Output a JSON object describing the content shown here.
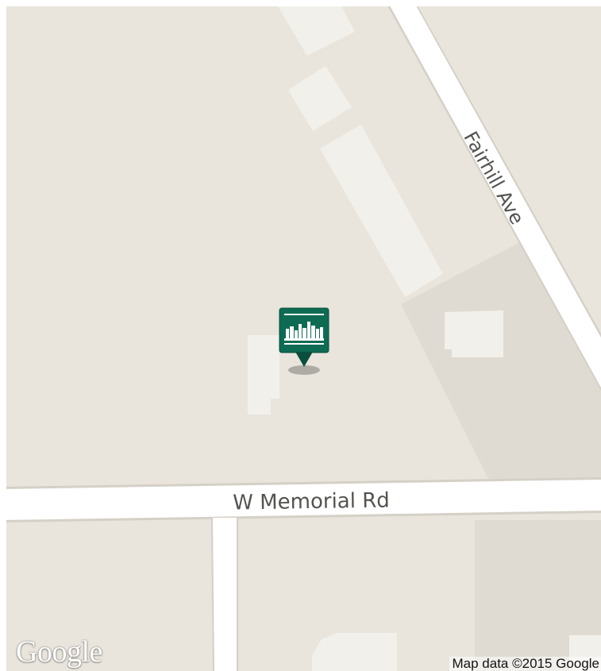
{
  "map": {
    "colors": {
      "land": "#e9e5dd",
      "land_dark": "#e0dbd2",
      "building": "#f2f0ea",
      "road": "#ffffff",
      "road_edge": "#d5d0c6",
      "marker": "#0e6b53",
      "marker_dark": "#0a4f3d"
    },
    "roads": {
      "fairhill": "Fairhill Ave",
      "memorial": "W Memorial Rd"
    },
    "marker": {
      "icon": "city-skyline-icon"
    }
  },
  "attribution": "Map data ©2015 Google",
  "logo": "Google"
}
